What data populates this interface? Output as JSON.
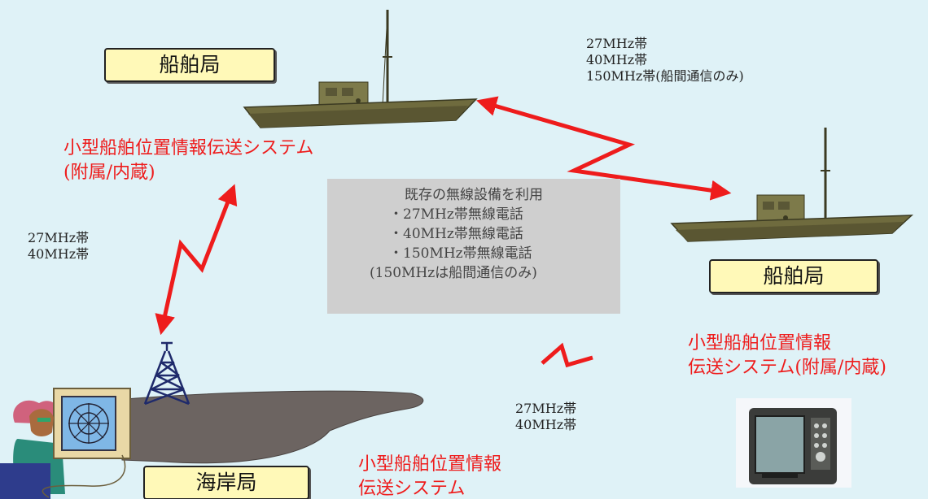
{
  "stations": {
    "ship_top": "船舶局",
    "ship_right": "船舶局",
    "coast": "海岸局"
  },
  "system_labels": {
    "top_line1": "小型船舶位置情報伝送システム",
    "top_line2": "(附属/内蔵)",
    "right_line1": "小型船舶位置情報",
    "right_line2": "伝送システム(附属/内蔵)",
    "bottom_line1": "小型船舶位置情報",
    "bottom_line2": "伝送システム"
  },
  "frequencies": {
    "ship_to_ship": [
      "27MHz帯",
      "40MHz帯",
      "150MHz帯(船間通信のみ)"
    ],
    "coast_to_ship": [
      "27MHz帯",
      "40MHz帯"
    ],
    "coast_to_device": [
      "27MHz帯",
      "40MHz帯"
    ]
  },
  "info_box": {
    "title": "既存の無線設備を利用",
    "bullets": [
      "・27MHz帯無線電話",
      "・40MHz帯無線電話",
      "・150MHz帯無線電話"
    ],
    "note": "(150MHzは船間通信のみ)"
  }
}
